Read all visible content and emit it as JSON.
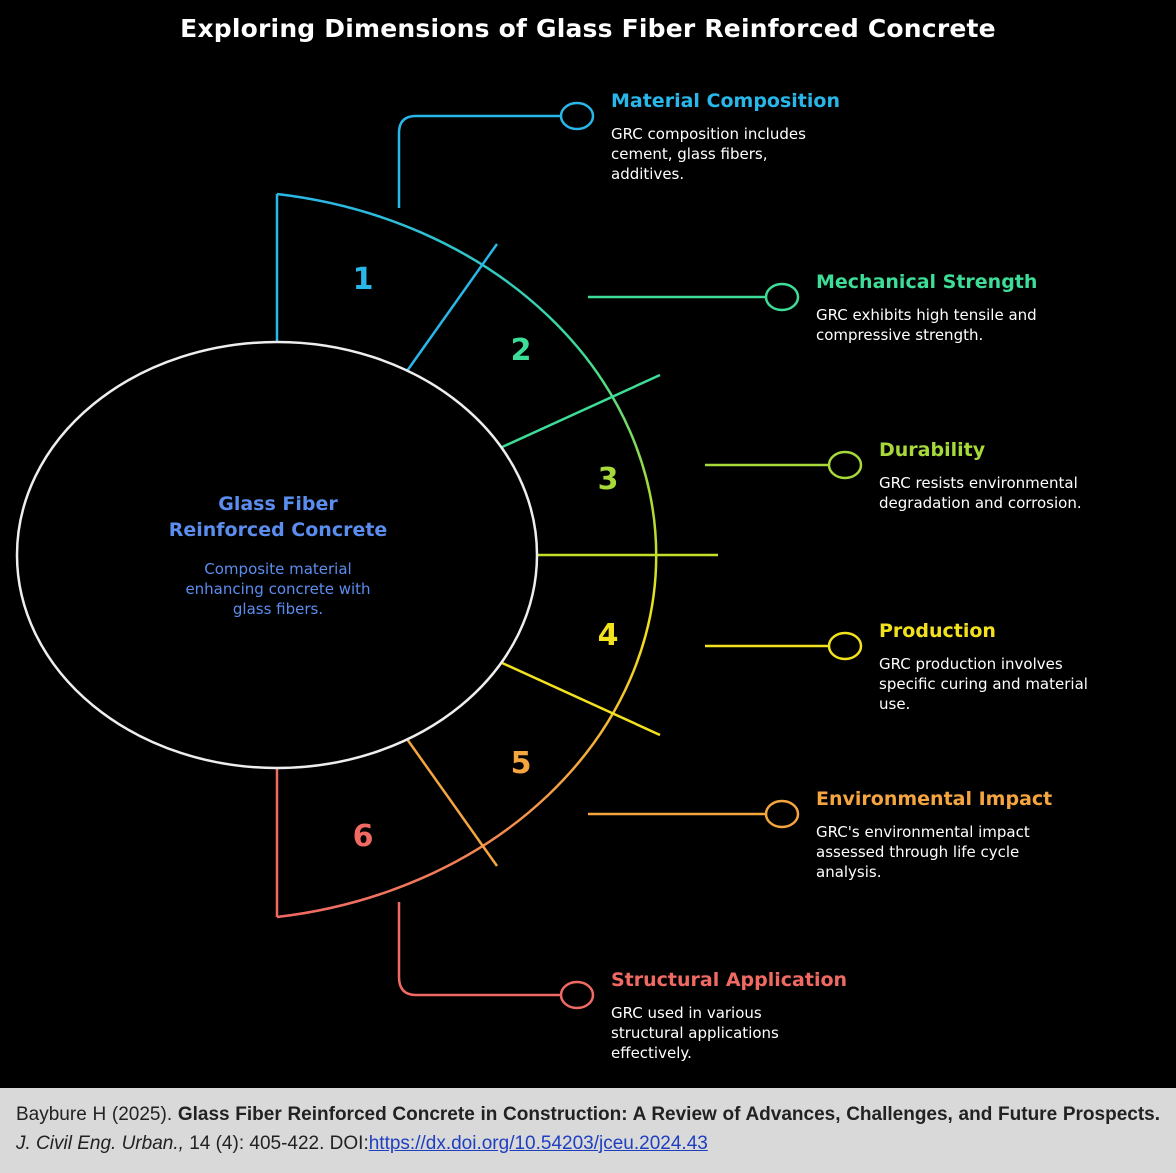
{
  "title": "Exploring Dimensions of Glass Fiber Reinforced Concrete",
  "center": {
    "title_line1": "Glass Fiber",
    "title_line2": "Reinforced Concrete",
    "desc_line1": "Composite material",
    "desc_line2": "enhancing concrete with",
    "desc_line3": "glass fibers."
  },
  "segments": [
    {
      "number": "1",
      "color": "#29b6e8",
      "title": "Material Composition",
      "desc": [
        "GRC composition includes",
        "cement, glass fibers,",
        "additives."
      ]
    },
    {
      "number": "2",
      "color": "#3ddc97",
      "title": "Mechanical Strength",
      "desc": [
        "GRC exhibits high tensile and",
        "compressive strength."
      ]
    },
    {
      "number": "3",
      "color": "#a8d93a",
      "title": "Durability",
      "desc": [
        "GRC resists environmental",
        "degradation and corrosion."
      ]
    },
    {
      "number": "4",
      "color": "#f2e21d",
      "title": "Production",
      "desc": [
        "GRC production involves",
        "specific curing and material",
        "use."
      ]
    },
    {
      "number": "5",
      "color": "#f5a540",
      "title": "Environmental Impact",
      "desc": [
        "GRC's environmental impact",
        "assessed through life cycle",
        "analysis."
      ]
    },
    {
      "number": "6",
      "color": "#f06a63",
      "title": "Structural Application",
      "desc": [
        "GRC used in various",
        "structural applications",
        "effectively."
      ]
    }
  ],
  "citation": {
    "author": "Baybure H (2025).",
    "article_title": "Glass Fiber Reinforced Concrete in Construction: A Review of Advances, Challenges, and Future Prospects.",
    "journal": "J. Civil Eng. Urban.,",
    "volume_pages": "14 (4): 405-422.",
    "doi_label": "DOI:",
    "doi_url": "https://dx.doi.org/10.54203/jceu.2024.43"
  }
}
